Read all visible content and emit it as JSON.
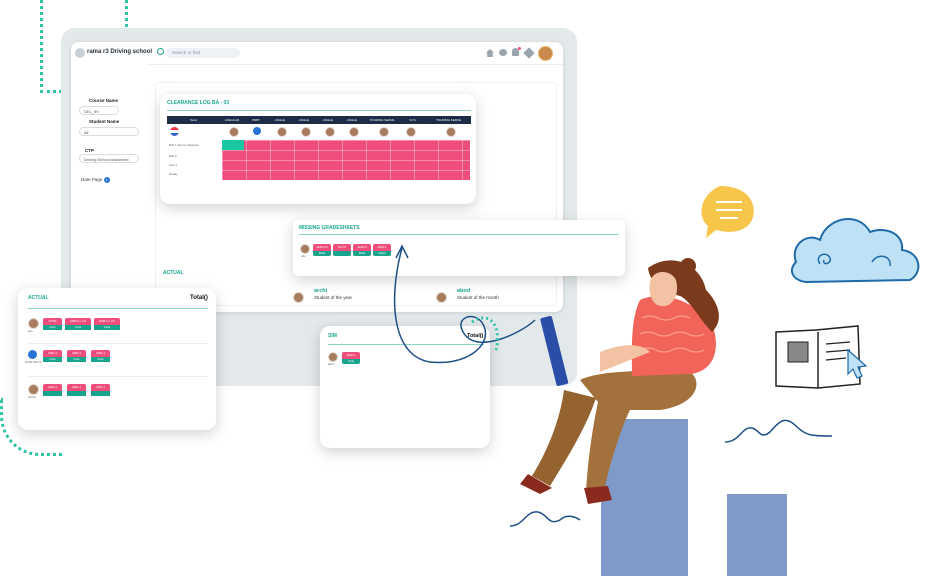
{
  "header": {
    "school_name": "rama r3 Driving school",
    "search_placeholder": "Search or find"
  },
  "filters": {
    "course_label": "Course Name",
    "course_value": "DEL_99",
    "student_label": "Student Name",
    "student_value": "All",
    "ctp_label": "CTP",
    "ctp_value": "Driving School Advanced",
    "date_page_label": "Date Page",
    "date_page_badge": "1"
  },
  "clearance": {
    "title": "CLEARANCE LOG BA - 03",
    "columns": [
      "Tests",
      "ANGULAR",
      "PRBT",
      "ANGLE",
      "ANGLE",
      "ANGLE",
      "ANGLE",
      "TOURING SERVE",
      "S.P.L",
      "TOURING SERVE"
    ],
    "rows": [
      "Bolt 1 Survey Request",
      "Bolt 2",
      "Test 1",
      "Ready"
    ]
  },
  "missing": {
    "title": "MISSING GRADESHEETS",
    "student": "abc",
    "tags": [
      {
        "top": "ADR-C3",
        "bottom": "Brief"
      },
      {
        "top": "IR-FX",
        "bottom": ""
      },
      {
        "top": "ADR-3",
        "bottom": "Brief"
      },
      {
        "top": "ADR-1",
        "bottom": "Flight"
      }
    ]
  },
  "actual_mini": {
    "title": "ACTUAL"
  },
  "awards": [
    {
      "name": "archi",
      "sub": "Student of the year"
    },
    {
      "name": "abod",
      "sub": "Student of the month"
    }
  ],
  "actual_card": {
    "title": "ACTUAL",
    "total_label": "Total()",
    "rows": [
      {
        "name": "abc",
        "tags": [
          {
            "top": "CPTE",
            "bottom": "Cpts"
          },
          {
            "top": "ADR-C / C3",
            "bottom": "Cpts"
          },
          {
            "top": "ESB-C / C3",
            "bottom": "Cpts"
          }
        ]
      },
      {
        "name": "ANONYMOUS",
        "tags": [
          {
            "top": "FRN-1",
            "bottom": "Cpts"
          },
          {
            "top": "ADR-3",
            "bottom": "Cpts"
          },
          {
            "top": "ADR-1",
            "bottom": "Cpts"
          }
        ]
      },
      {
        "name": "abofa",
        "tags": [
          {
            "top": "ADR-C",
            "bottom": ""
          },
          {
            "top": "ADR-1",
            "bottom": ""
          },
          {
            "top": "FRN-1",
            "bottom": ""
          }
        ]
      }
    ]
  },
  "sim_card": {
    "title": "SIM",
    "total_label": "Total()",
    "student": "abcs",
    "tag": {
      "top": "ADR-1",
      "bottom": "Cpts"
    }
  },
  "colors": {
    "accent": "#1aa88e",
    "pink": "#ef4d7b",
    "navy": "#1e2c48",
    "teal": "#17a48c"
  },
  "icons": [
    "home-icon",
    "chat-icon",
    "bell-icon",
    "settings-icon",
    "avatar",
    "search-icon",
    "chevron-down-icon",
    "chat-bubble-icon",
    "cloud-icon",
    "book-icon"
  ]
}
